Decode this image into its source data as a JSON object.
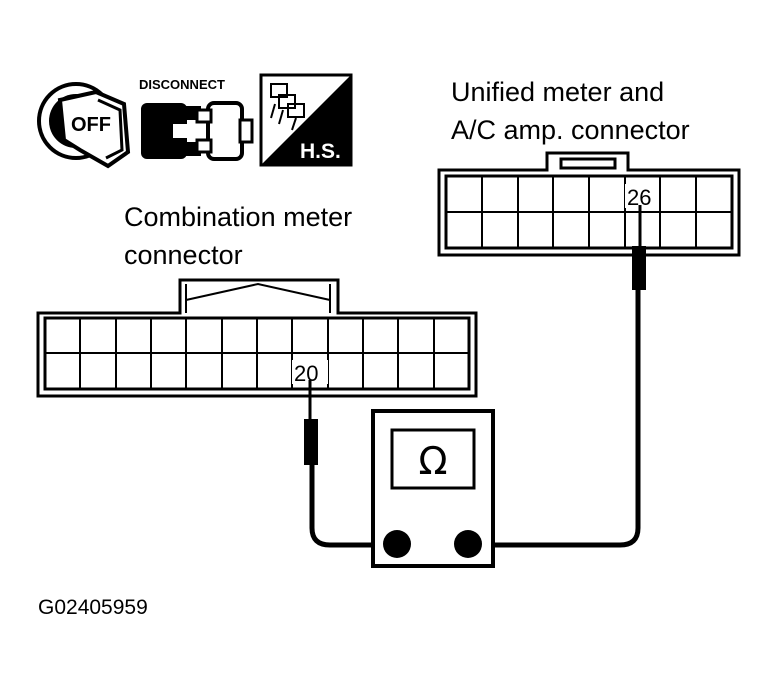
{
  "icons": {
    "key_label": "OFF",
    "disconnect_label": "DISCONNECT",
    "hs_label": "H.S."
  },
  "connectors": {
    "unified": {
      "label_line1": "Unified meter and",
      "label_line2": "A/C amp. connector",
      "pin": "26"
    },
    "combination": {
      "label_line1": "Combination meter",
      "label_line2": "connector",
      "pin": "20"
    }
  },
  "meter": {
    "symbol": "Ω"
  },
  "figure_code": "G02405959"
}
